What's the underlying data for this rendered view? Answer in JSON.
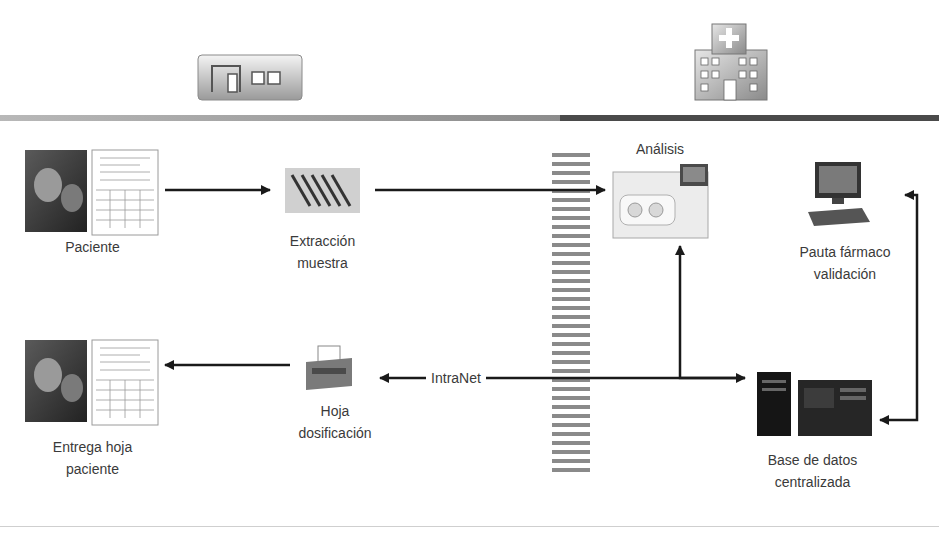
{
  "diagram": {
    "nodes": [
      {
        "text": [
          "Paciente"
        ]
      },
      {
        "text": [
          "Extracción muestra"
        ]
      },
      {
        "text": [
          "Análisis"
        ]
      },
      {
        "text": [
          "Pauta fármaco validación"
        ]
      },
      {
        "text": [
          "Base de datos centralizada"
        ]
      },
      {
        "text": [
          "Hoja dosificación"
        ]
      },
      {
        "text": [
          "Entrega hoja paciente"
        ]
      }
    ],
    "edges": [
      {
        "from": 0,
        "to": 1,
        "arrow": "to"
      },
      {
        "from": 1,
        "to": 2,
        "arrow": "to"
      },
      {
        "from": 2,
        "to": 4,
        "arrow": "both"
      },
      {
        "from": 4,
        "to": 5,
        "label": "IntraNet",
        "arrow": "to"
      },
      {
        "from": 3,
        "to": 4,
        "arrow": "both"
      },
      {
        "from": 5,
        "to": 6,
        "arrow": "to"
      }
    ]
  }
}
